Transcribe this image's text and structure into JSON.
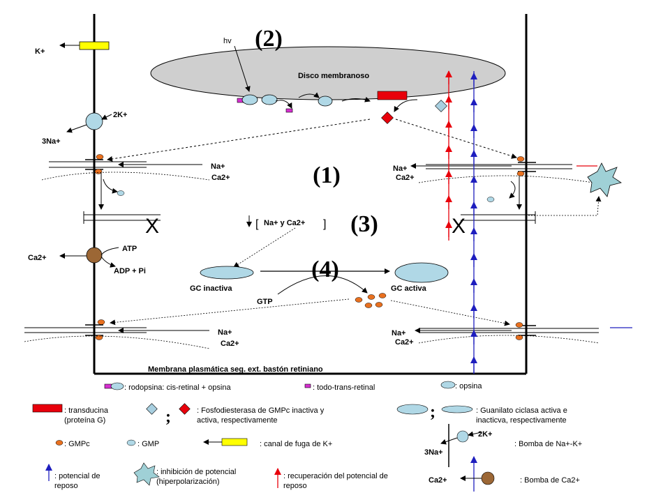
{
  "steps": {
    "s1": "(1)",
    "s2": "(2)",
    "s3": "(3)",
    "s4": "(4)"
  },
  "labels": {
    "hv": "hv",
    "disk": "Disco membranoso",
    "k_plus": "K+",
    "two_k": "2K+",
    "three_na": "3Na+",
    "na_l1": "Na+",
    "ca_l1": "Ca2+",
    "na_r1": "Na+",
    "ca_r1": "Ca2+",
    "x_left": "X",
    "x_right": "X",
    "conc_open": "[",
    "conc_text": "Na+ y Ca2+",
    "conc_close": "]",
    "ca_pump": "Ca2+",
    "atp": "ATP",
    "adp": "ADP + Pi",
    "gc_inactive": "GC inactiva",
    "gc_active": "GC activa",
    "gtp": "GTP",
    "na_l2": "Na+",
    "ca_l2": "Ca2+",
    "na_r2": "Na+",
    "ca_r2": "Ca2+",
    "membrane": "Membrana plasmática seg. ext. bastón retiniano"
  },
  "legend": {
    "rhodopsin": ": rodopsina: cis-retinal + opsina",
    "trans_retinal": ": todo-trans-retinal",
    "opsin": ": opsina",
    "transducin_1": ": transducina",
    "transducin_2": "(proteína G)",
    "pde_sep": ";",
    "pde_1": ": Fosfodiesterasa de GMPc inactiva y",
    "pde_2": "activa, respectivamente",
    "gc_sep": ";",
    "gc_1": ": Guanilato ciclasa activa e",
    "gc_2": "inacticva, respectivamente",
    "gmpc": ": GMPc",
    "gmp": ": GMP",
    "leak": ": canal de fuga de K+",
    "nak_2k": "2K+",
    "nak_3na": "3Na+",
    "nak_pump": ": Bomba de Na+-K+",
    "rest_1": ": potencial de",
    "rest_2": "reposo",
    "inhib_1": ": inhibición de potencial",
    "inhib_2": "(hiperpolarización)",
    "recov_1": ": recuperación del potencial de",
    "recov_2": "reposo",
    "ca_pump_ion": "Ca2+",
    "ca_pump": ": Bomba de Ca2+"
  },
  "colors": {
    "transducin": "#e8000b",
    "pde_active": "#e8000b",
    "pde_inactive": "#a8cfe0",
    "protein_fill": "#b0d8e6",
    "gmpc": "#e8701f",
    "rhodopsin_tag": "#d62fd0",
    "leak_channel": "#ffff00",
    "ca_pump": "#9c6735",
    "recovery_arrow": "#e8000b",
    "rest_arrow": "#1e1ebe",
    "hyperpolarization": "#9fd0d6"
  }
}
